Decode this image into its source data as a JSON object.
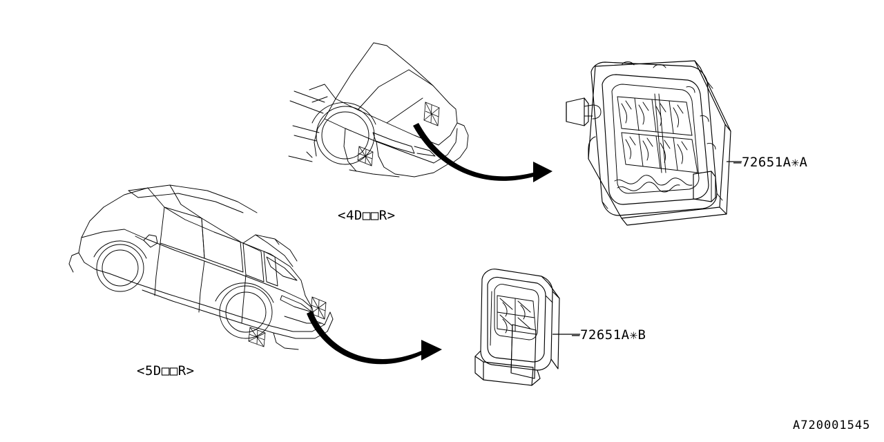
{
  "sheet": {
    "drawing_number": "A720001545",
    "background_color": "#ffffff",
    "line_color": "#000000"
  },
  "body_styles": [
    {
      "id": "sedan",
      "label": "<4D□□R>"
    },
    {
      "id": "hatchback",
      "label": "<5D□□R>"
    }
  ],
  "parts": [
    {
      "id": "vent-large",
      "number": "72651A✳A",
      "label": "—72651A✳A",
      "applies_to": "sedan"
    },
    {
      "id": "vent-small",
      "number": "72651A✳B",
      "label": "—72651A✳B",
      "applies_to": "hatchback"
    }
  ]
}
